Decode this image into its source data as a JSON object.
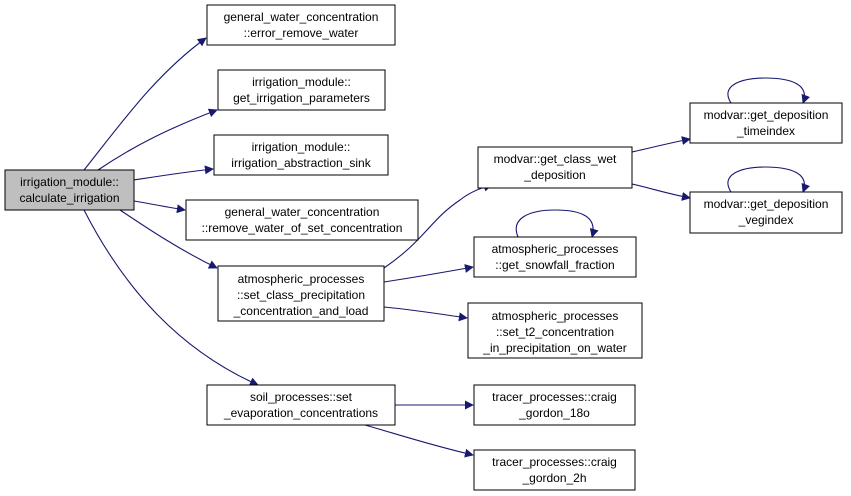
{
  "colors": {
    "edge": "#191970",
    "root_fill": "#bfbfbf",
    "node_fill": "#ffffff",
    "border": "#000000"
  },
  "nodes": {
    "root": [
      "irrigation_module::",
      "calculate_irrigation"
    ],
    "error_remove_water": [
      "general_water_concentration",
      "::error_remove_water"
    ],
    "get_irrigation_parameters": [
      "irrigation_module::",
      "get_irrigation_parameters"
    ],
    "irrigation_abstraction_sink": [
      "irrigation_module::",
      "irrigation_abstraction_sink"
    ],
    "remove_water_of_set_concentration": [
      "general_water_concentration",
      "::remove_water_of_set_concentration"
    ],
    "set_class_precipitation": [
      "atmospheric_processes",
      "::set_class_precipitation",
      "_concentration_and_load"
    ],
    "set_evaporation_concentrations": [
      "soil_processes::set",
      "_evaporation_concentrations"
    ],
    "get_class_wet_deposition": [
      "modvar::get_class_wet",
      "_deposition"
    ],
    "get_snowfall_fraction": [
      "atmospheric_processes",
      "::get_snowfall_fraction"
    ],
    "set_t2_concentration": [
      "atmospheric_processes",
      "::set_t2_concentration",
      "_in_precipitation_on_water"
    ],
    "craig_gordon_18o": [
      "tracer_processes::craig",
      "_gordon_18o"
    ],
    "craig_gordon_2h": [
      "tracer_processes::craig",
      "_gordon_2h"
    ],
    "get_deposition_timeindex": [
      "modvar::get_deposition",
      "_timeindex"
    ],
    "get_deposition_vegindex": [
      "modvar::get_deposition",
      "_vegindex"
    ]
  }
}
